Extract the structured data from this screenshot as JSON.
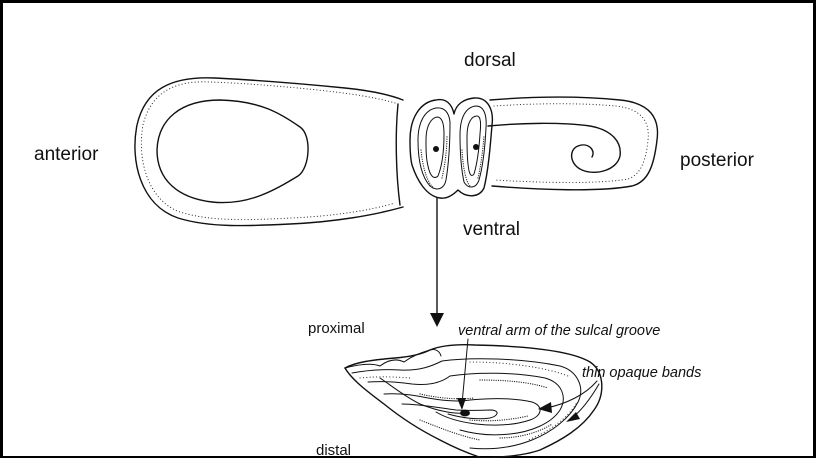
{
  "labels": {
    "dorsal": "dorsal",
    "anterior": "anterior",
    "posterior": "posterior",
    "ventral": "ventral",
    "proximal": "proximal",
    "distal": "distal",
    "ventral_arm": "ventral arm of the sulcal groove",
    "thin_bands": "thin opaque bands"
  },
  "colors": {
    "line": "#111111",
    "background": "#ffffff",
    "border": "#000000"
  }
}
